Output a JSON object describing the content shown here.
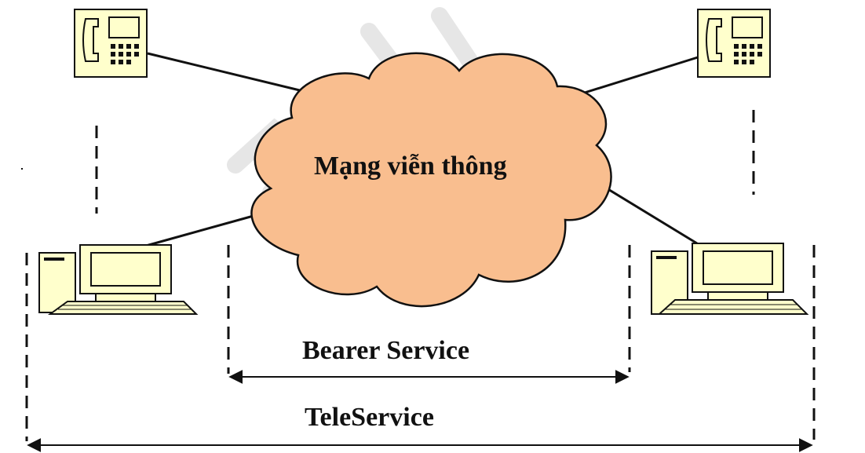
{
  "diagram": {
    "cloud_label": "Mạng viễn thông",
    "bearer_label": "Bearer Service",
    "tele_label": "TeleService",
    "colors": {
      "cloud_fill": "#F9BE8F",
      "device_fill": "#FFFFCC",
      "stroke": "#111111",
      "watermark": "#E6E6E6"
    },
    "nodes": [
      {
        "id": "phone-left",
        "type": "telephone-icon"
      },
      {
        "id": "phone-right",
        "type": "telephone-icon"
      },
      {
        "id": "computer-left",
        "type": "computer-icon"
      },
      {
        "id": "computer-right",
        "type": "computer-icon"
      }
    ]
  }
}
